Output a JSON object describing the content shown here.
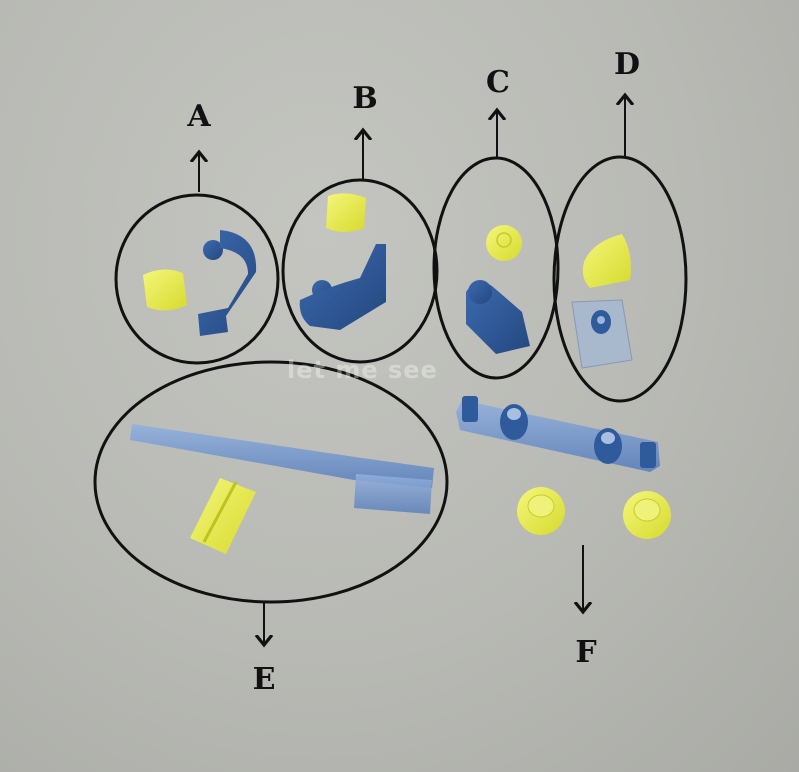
{
  "image": {
    "description": "Photo of small plastic model-kit parts (blue and yellow) on a grey surface, grouped by hand-drawn black circles with arrows pointing to letter labels A-F",
    "background_color": "#b9bab5",
    "watermark": "let me see"
  },
  "groups": [
    {
      "id": "A",
      "label": "A",
      "parts": [
        "yellow cylinder",
        "blue curved arm with ball joint"
      ]
    },
    {
      "id": "B",
      "label": "B",
      "parts": [
        "yellow cylinder",
        "blue angled arm with ball joint"
      ]
    },
    {
      "id": "C",
      "label": "C",
      "parts": [
        "yellow round cap",
        "blue ball-joint socket piece"
      ]
    },
    {
      "id": "D",
      "label": "D",
      "parts": [
        "yellow half-round block",
        "clear blue plate with peg"
      ]
    },
    {
      "id": "E",
      "label": "E",
      "parts": [
        "clear blue long rod with flat end",
        "yellow grooved cylinder"
      ]
    },
    {
      "id": "F",
      "label": "F",
      "parts": [
        "clear blue bar with two pegs",
        "yellow cup",
        "yellow cup"
      ]
    }
  ],
  "colors": {
    "part_blue": "#2f5a9c",
    "part_clear_blue": "#7f9fd0",
    "part_yellow": "#e8ec50",
    "ink": "#111111"
  }
}
